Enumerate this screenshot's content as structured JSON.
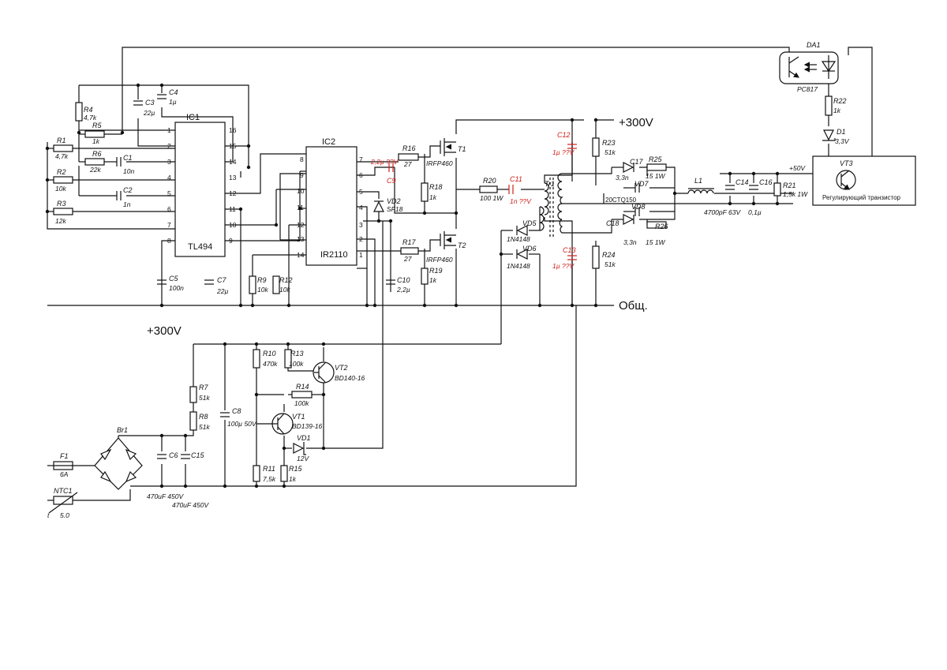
{
  "rails": {
    "hv_top": "+300V",
    "hv_left": "+300V",
    "ground": "Общ.",
    "out_rail": "+50V"
  },
  "ics": {
    "ic1": {
      "ref": "IC1",
      "part": "TL494",
      "pins_left": [
        "1",
        "2",
        "3",
        "4",
        "5",
        "6",
        "7",
        "8"
      ],
      "pins_right": [
        "16",
        "15",
        "14",
        "13",
        "12",
        "11",
        "10",
        "9"
      ]
    },
    "ic2": {
      "ref": "IC2",
      "part": "IR2110",
      "pins_left": [
        "8",
        "9",
        "10",
        "11",
        "12",
        "13",
        "14"
      ],
      "pins_right": [
        "7",
        "6",
        "5",
        "4",
        "2",
        "3",
        "1"
      ]
    },
    "da1": {
      "ref": "DA1",
      "part": "PC817"
    }
  },
  "resistors": {
    "R1": {
      "ref": "R1",
      "val": "4,7k"
    },
    "R2": {
      "ref": "R2",
      "val": "10k"
    },
    "R3": {
      "ref": "R3",
      "val": "12k"
    },
    "R4": {
      "ref": "R4",
      "val": "4,7k"
    },
    "R5": {
      "ref": "R5",
      "val": "1k"
    },
    "R6": {
      "ref": "R6",
      "val": "22k"
    },
    "R7": {
      "ref": "R7",
      "val": "51k"
    },
    "R8": {
      "ref": "R8",
      "val": "51k"
    },
    "R9": {
      "ref": "R9",
      "val": "10k"
    },
    "R10": {
      "ref": "R10",
      "val": "470k"
    },
    "R11": {
      "ref": "R11",
      "val": "7,5k"
    },
    "R12": {
      "ref": "R12",
      "val": "10k"
    },
    "R13": {
      "ref": "R13",
      "val": "100k"
    },
    "R14": {
      "ref": "R14",
      "val": "100k"
    },
    "R15": {
      "ref": "R15",
      "val": "1k"
    },
    "R16": {
      "ref": "R16",
      "val": "27"
    },
    "R17": {
      "ref": "R17",
      "val": "27"
    },
    "R18": {
      "ref": "R18",
      "val": "1k"
    },
    "R19": {
      "ref": "R19",
      "val": "1k"
    },
    "R20": {
      "ref": "R20",
      "val": "100 1W"
    },
    "R21": {
      "ref": "R21",
      "val": "1,5k 1W"
    },
    "R22": {
      "ref": "R22",
      "val": "1k"
    },
    "R23": {
      "ref": "R23",
      "val": "51k"
    },
    "R24": {
      "ref": "R24",
      "val": "51k"
    },
    "R25": {
      "ref": "R25",
      "val": "15 1W"
    },
    "R26": {
      "ref": "R26",
      "val": "15 1W"
    }
  },
  "capacitors": {
    "C1": {
      "ref": "C1",
      "val": "10n"
    },
    "C2": {
      "ref": "C2",
      "val": "1n"
    },
    "C3": {
      "ref": "C3",
      "val": "22µ"
    },
    "C4": {
      "ref": "C4",
      "val": "1µ"
    },
    "C5": {
      "ref": "C5",
      "val": "100n"
    },
    "C6": {
      "ref": "C6",
      "val": "470uF 450V"
    },
    "C7": {
      "ref": "C7",
      "val": "22µ"
    },
    "C8": {
      "ref": "C8",
      "val": "100µ 50V"
    },
    "C9": {
      "ref": "C9",
      "val": "2,2µ ??V"
    },
    "C10": {
      "ref": "C10",
      "val": "2,2µ"
    },
    "C11": {
      "ref": "C11",
      "val": "1n ??V"
    },
    "C12": {
      "ref": "C12",
      "val": "1µ ??V"
    },
    "C13": {
      "ref": "C13",
      "val": "1µ ??V"
    },
    "C14": {
      "ref": "C14",
      "val": "4700pF 63V"
    },
    "C15": {
      "ref": "C15",
      "val": "470uF 450V"
    },
    "C16": {
      "ref": "C16",
      "val": "0,1µ"
    },
    "C17": {
      "ref": "C17",
      "val": "3,3n"
    },
    "C18": {
      "ref": "C18",
      "val": "3,3n"
    }
  },
  "semis": {
    "T1": {
      "ref": "T1",
      "part": "IRFP460"
    },
    "T2": {
      "ref": "T2",
      "part": "IRFP460"
    },
    "VT1": {
      "ref": "VT1",
      "part": "BD139-16"
    },
    "VT2": {
      "ref": "VT2",
      "part": "BD140-16"
    },
    "VT3": {
      "ref": "VT3",
      "desc": "Регулирующий транзистор"
    },
    "VD1": {
      "ref": "VD1",
      "part": "12V"
    },
    "VD2": {
      "ref": "VD2",
      "part": "SF18"
    },
    "VD5": {
      "ref": "VD5",
      "part": "1N4148"
    },
    "VD6": {
      "ref": "VD6",
      "part": "1N4148"
    },
    "VD7": {
      "ref": "VD7"
    },
    "VD8": {
      "ref": "VD8"
    },
    "VD78": {
      "part": "20CTQ150"
    },
    "D1": {
      "ref": "D1",
      "part": "3,3V"
    }
  },
  "misc": {
    "Tr1": {
      "ref": "Tr1"
    },
    "L1": {
      "ref": "L1"
    },
    "Br1": {
      "ref": "Br1"
    },
    "F1": {
      "ref": "F1",
      "val": "6A"
    },
    "NTC1": {
      "ref": "NTC1",
      "val": "5.0",
      "sym": "t"
    }
  },
  "colors": {
    "wire": "#111111",
    "unknown_value": "#d0201a",
    "background": "#ffffff"
  }
}
